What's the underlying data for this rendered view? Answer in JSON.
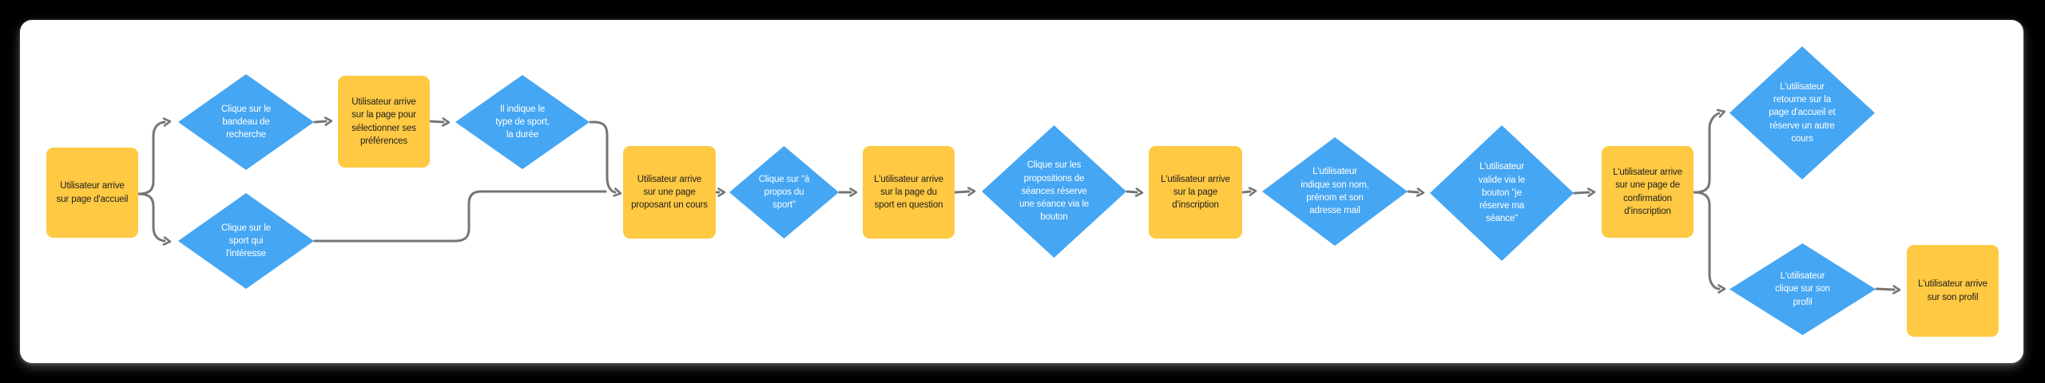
{
  "colors": {
    "page_bg": "#000000",
    "canvas_bg": "#FFFFFF",
    "process_fill": "#FFC943",
    "process_text": "#1E1E1E",
    "decision_fill": "#45A6F3",
    "decision_text": "#FFFFFF",
    "connector": "#757575"
  },
  "flow": {
    "nodes": [
      {
        "id": "accueil",
        "type": "process",
        "label": "Utilisateur arrive sur page d'accueil"
      },
      {
        "id": "bandeau-recherche",
        "type": "decision",
        "label": "Clique sur le bandeau de recherche"
      },
      {
        "id": "sport-interesse",
        "type": "decision",
        "label": "Clique sur le sport qui l'intéresse"
      },
      {
        "id": "page-preferences",
        "type": "process",
        "label": "Utilisateur arrive sur la page pour sélectionner ses préférences"
      },
      {
        "id": "type-sport-duree",
        "type": "decision",
        "label": "Il indique le type de sport, la durée"
      },
      {
        "id": "page-cours",
        "type": "process",
        "label": "Utilisateur arrive sur une page proposant un cours"
      },
      {
        "id": "a-propos-sport",
        "type": "decision",
        "label": "Clique sur \"à propos du sport\""
      },
      {
        "id": "page-sport",
        "type": "process",
        "label": "L'utilisateur arrive sur la page du sport en question"
      },
      {
        "id": "reserve-seance",
        "type": "decision",
        "label": "Clique sur les propositions de séances réserve une séance via le bouton"
      },
      {
        "id": "page-inscription",
        "type": "process",
        "label": "L'utilisateur arrive sur la page d'inscription"
      },
      {
        "id": "infos-perso",
        "type": "decision",
        "label": "L'utilisateur indique son nom, prénom et son adresse mail"
      },
      {
        "id": "valide-bouton",
        "type": "decision",
        "label": "L'utilisateur valide via le bouton \"je réserve ma séance\""
      },
      {
        "id": "page-confirmation",
        "type": "process",
        "label": "L'utilisateur arrive sur une page de confirmation d'inscription"
      },
      {
        "id": "retour-accueil",
        "type": "decision",
        "label": "L'utilisateur retourne sur la page d'accueil et réserve un autre cours"
      },
      {
        "id": "clique-profil",
        "type": "decision",
        "label": "L'utilisateur clique sur son profil"
      },
      {
        "id": "page-profil",
        "type": "process",
        "label": "L'utilisateur arrive sur son profil"
      }
    ]
  }
}
